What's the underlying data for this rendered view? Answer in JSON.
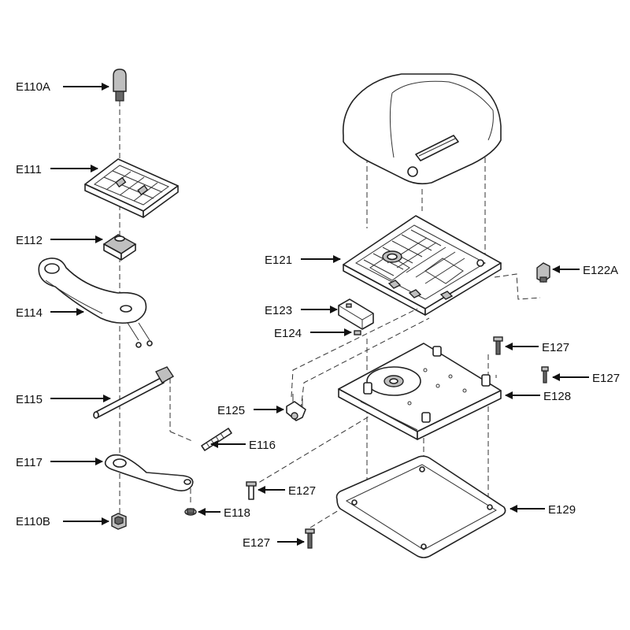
{
  "labels": {
    "e110a": "E110A",
    "e111": "E111",
    "e112": "E112",
    "e114": "E114",
    "e115": "E115",
    "e116": "E116",
    "e117": "E117",
    "e118": "E118",
    "e110b": "E110B",
    "e121": "E121",
    "e122a": "E122A",
    "e123": "E123",
    "e124": "E124",
    "e125": "E125",
    "e127_a": "E127",
    "e127_b": "E127",
    "e127_c": "E127",
    "e127_d": "E127",
    "e128": "E128",
    "e129": "E129"
  }
}
